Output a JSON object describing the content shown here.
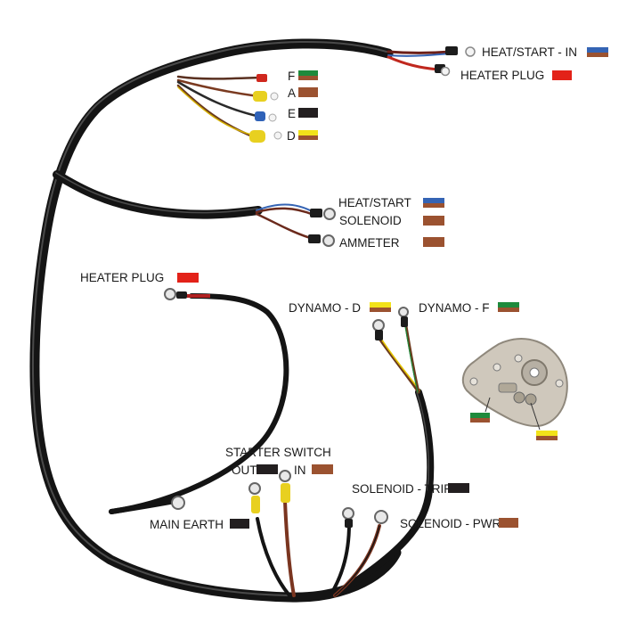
{
  "colors": {
    "green": "#1e8a3c",
    "brown": "#9b5230",
    "black": "#231f20",
    "yellow": "#f2e21a",
    "red": "#e32219",
    "blue": "#3564b4"
  },
  "labels": {
    "heat_start_in": "HEAT/START - IN",
    "heater_plug_top": "HEATER PLUG",
    "f": "F",
    "a": "A",
    "e": "E",
    "d": "D",
    "heat_start": "HEAT/START",
    "solenoid": "SOLENOID",
    "ammeter": "AMMETER",
    "heater_plug_left": "HEATER PLUG",
    "dynamo_d": "DYNAMO - D",
    "dynamo_f": "DYNAMO - F",
    "starter_switch": "STARTER SWITCH",
    "out": "OUT",
    "in": "IN",
    "solenoid_trip": "SOLENOID - TRIP",
    "main_earth": "MAIN EARTH",
    "solenoid_pwr": "SOLENOID - PWR"
  },
  "swatches": {
    "heat_start_in": [
      "blue",
      "brown"
    ],
    "heater_plug_top": [
      "red"
    ],
    "f": [
      "green",
      "brown"
    ],
    "a": [
      "brown"
    ],
    "e": [
      "black"
    ],
    "d": [
      "yellow",
      "brown"
    ],
    "heat_start": [
      "blue",
      "brown"
    ],
    "solenoid": [
      "brown"
    ],
    "ammeter": [
      "brown"
    ],
    "heater_plug_left": [
      "red"
    ],
    "dynamo_d": [
      "yellow",
      "brown"
    ],
    "dynamo_f": [
      "green",
      "brown"
    ],
    "out": [
      "black"
    ],
    "in": [
      "brown"
    ],
    "solenoid_trip": [
      "black"
    ],
    "main_earth": [
      "black"
    ],
    "solenoid_pwr": [
      "brown"
    ],
    "regulator_f": [
      "green",
      "brown"
    ],
    "regulator_d": [
      "yellow",
      "brown"
    ]
  }
}
